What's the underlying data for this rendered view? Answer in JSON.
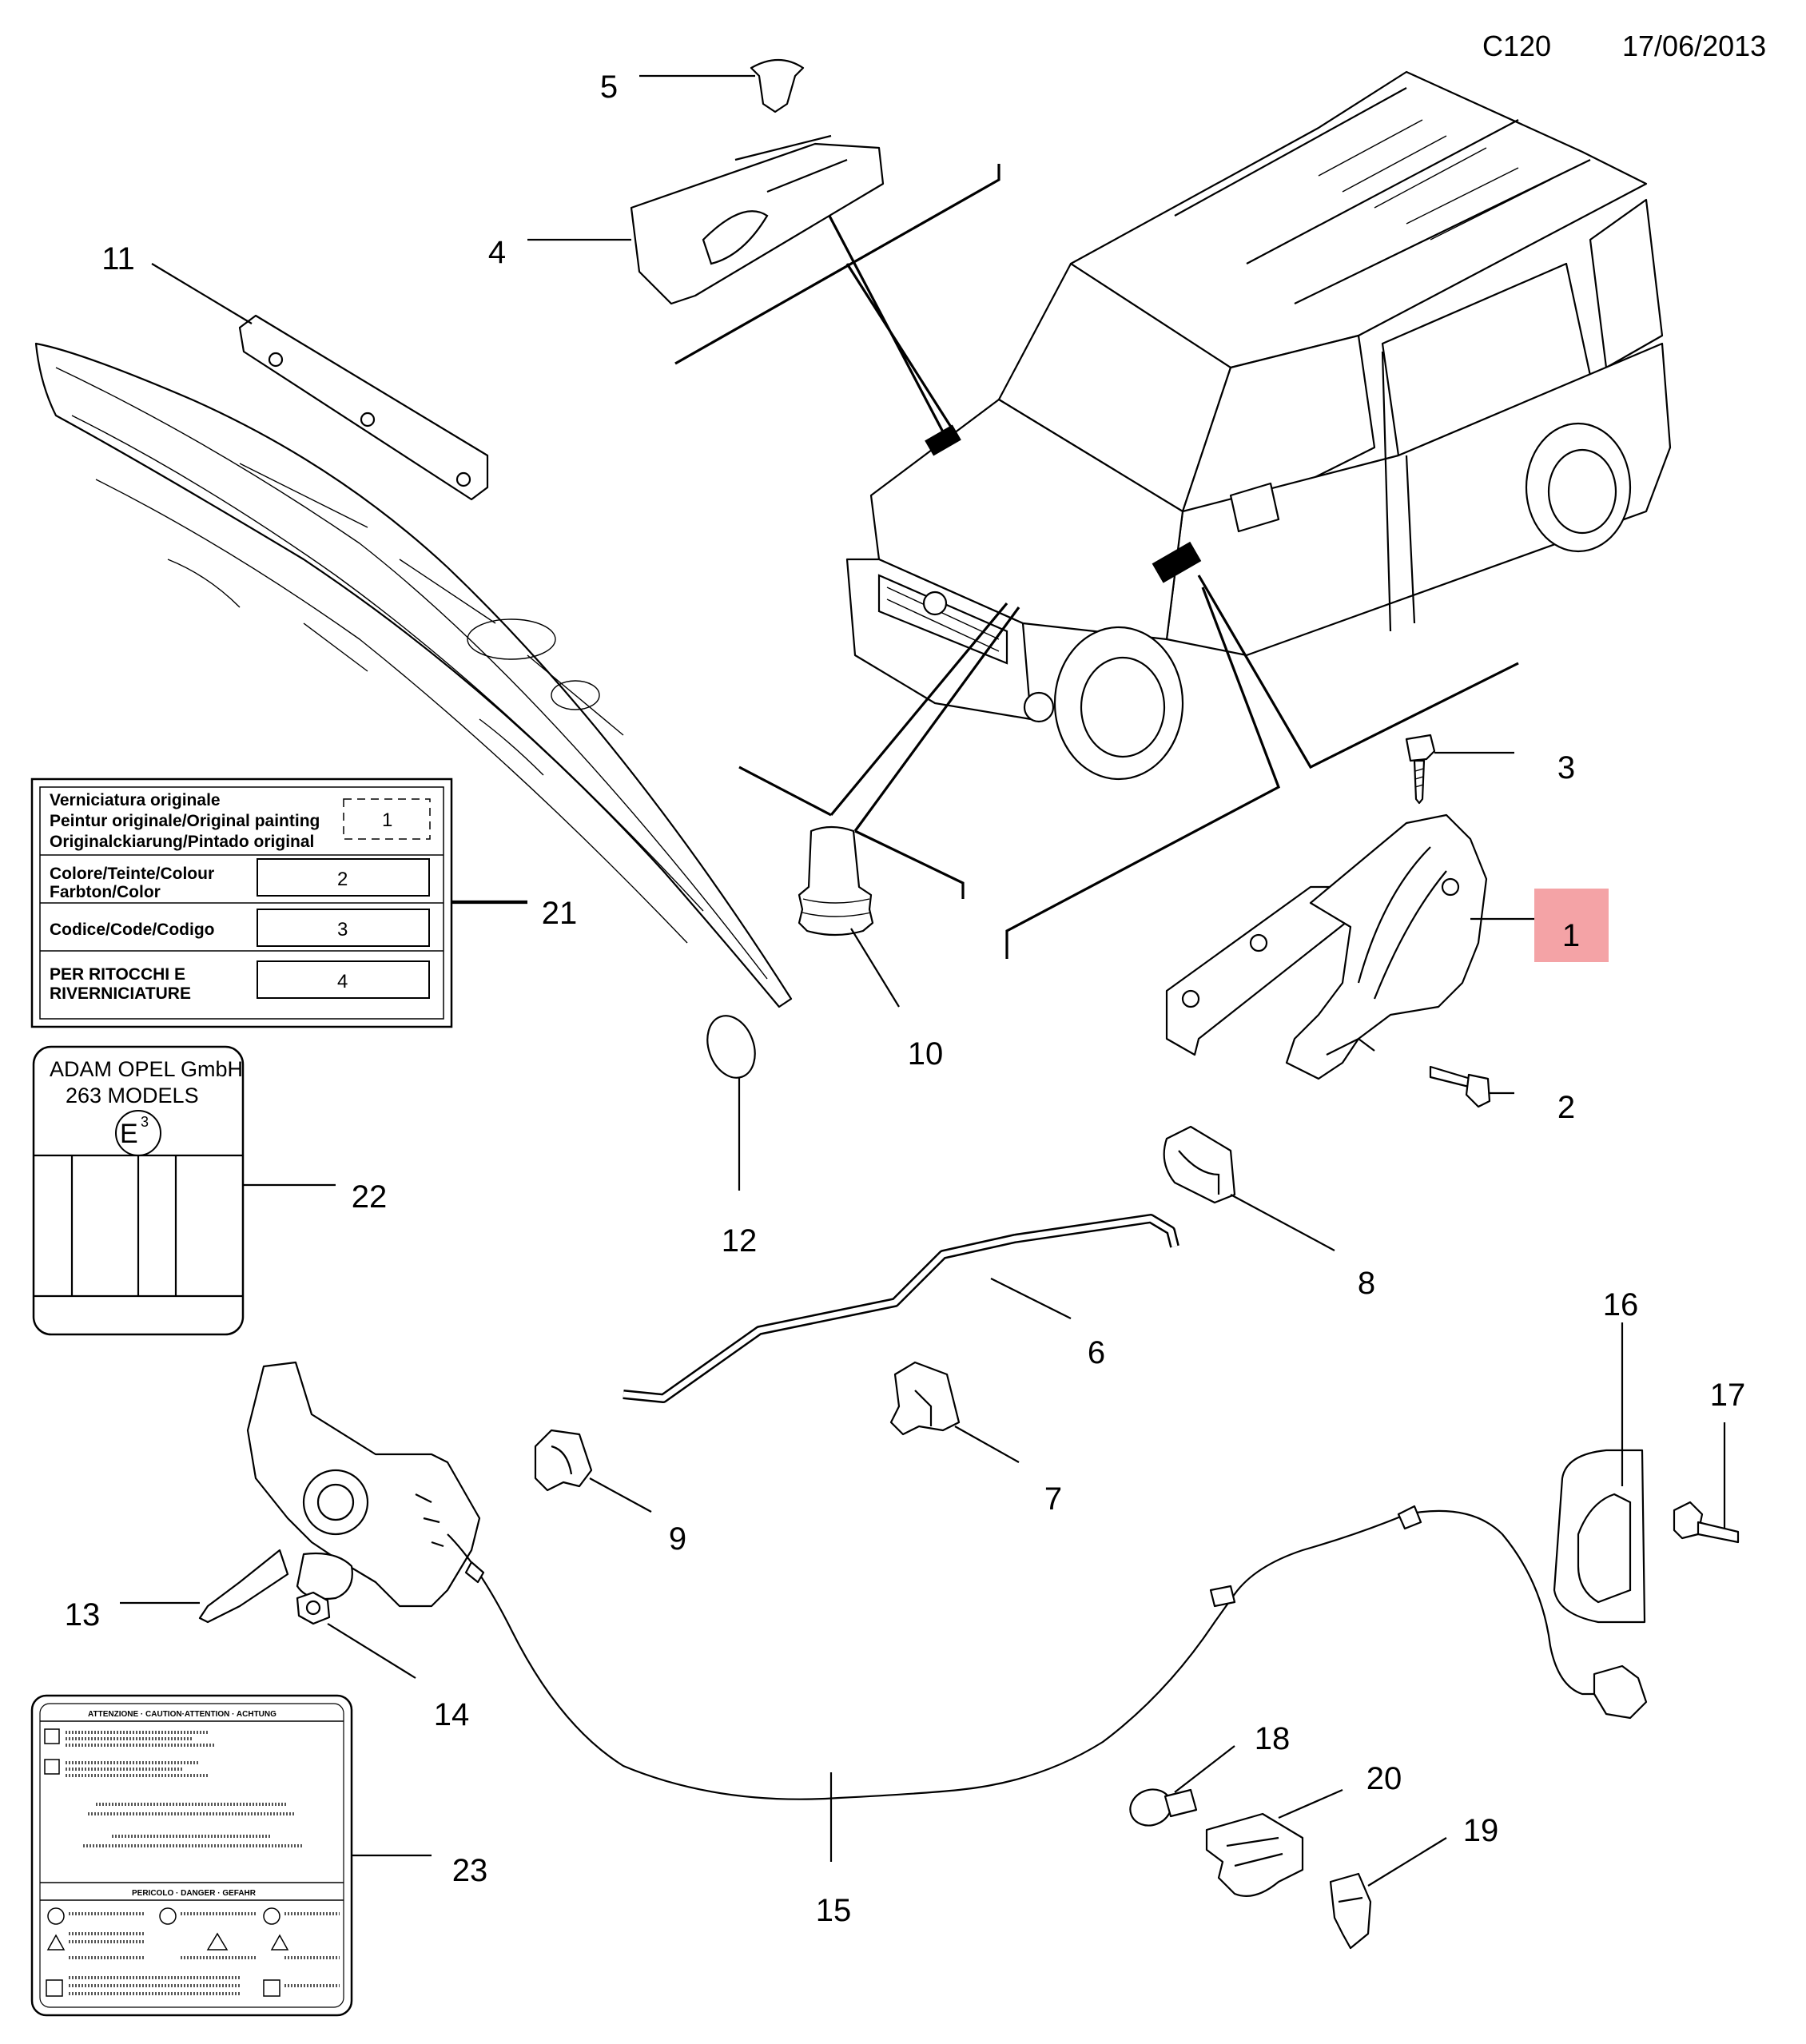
{
  "header": {
    "code": "C120",
    "date": "17/06/2013"
  },
  "highlight_color": "#f4a3a6",
  "callouts": [
    {
      "id": "1",
      "highlighted": true
    },
    {
      "id": "2"
    },
    {
      "id": "3"
    },
    {
      "id": "4"
    },
    {
      "id": "5"
    },
    {
      "id": "6"
    },
    {
      "id": "7"
    },
    {
      "id": "8"
    },
    {
      "id": "9"
    },
    {
      "id": "10"
    },
    {
      "id": "11"
    },
    {
      "id": "12"
    },
    {
      "id": "13"
    },
    {
      "id": "14"
    },
    {
      "id": "15"
    },
    {
      "id": "16"
    },
    {
      "id": "17"
    },
    {
      "id": "18"
    },
    {
      "id": "19"
    },
    {
      "id": "20"
    },
    {
      "id": "21"
    },
    {
      "id": "22"
    },
    {
      "id": "23"
    }
  ],
  "label_21": {
    "row1": [
      "Verniciatura originale",
      "Peintur originale/Original painting",
      "Originalckiarung/Pintado original"
    ],
    "row1_box": "1",
    "row2": [
      "Colore/Teinte/Colour",
      "Farbton/Color"
    ],
    "row2_box": "2",
    "row3": [
      "Codice/Code/Codigo"
    ],
    "row3_box": "3",
    "row4": [
      "PER RITOCCHI E",
      "RIVERNICIATURE"
    ],
    "row4_box": "4"
  },
  "label_22": {
    "line1": "ADAM OPEL GmbH",
    "line2": "263 MODELS",
    "mark": "E",
    "mark_sup": "3"
  },
  "label_23": {
    "top_heading": "ATTENZIONE · CAUTION·ATTENTION · ACHTUNG",
    "bottom_heading": "PERICOLO · DANGER · GEFAHR"
  }
}
